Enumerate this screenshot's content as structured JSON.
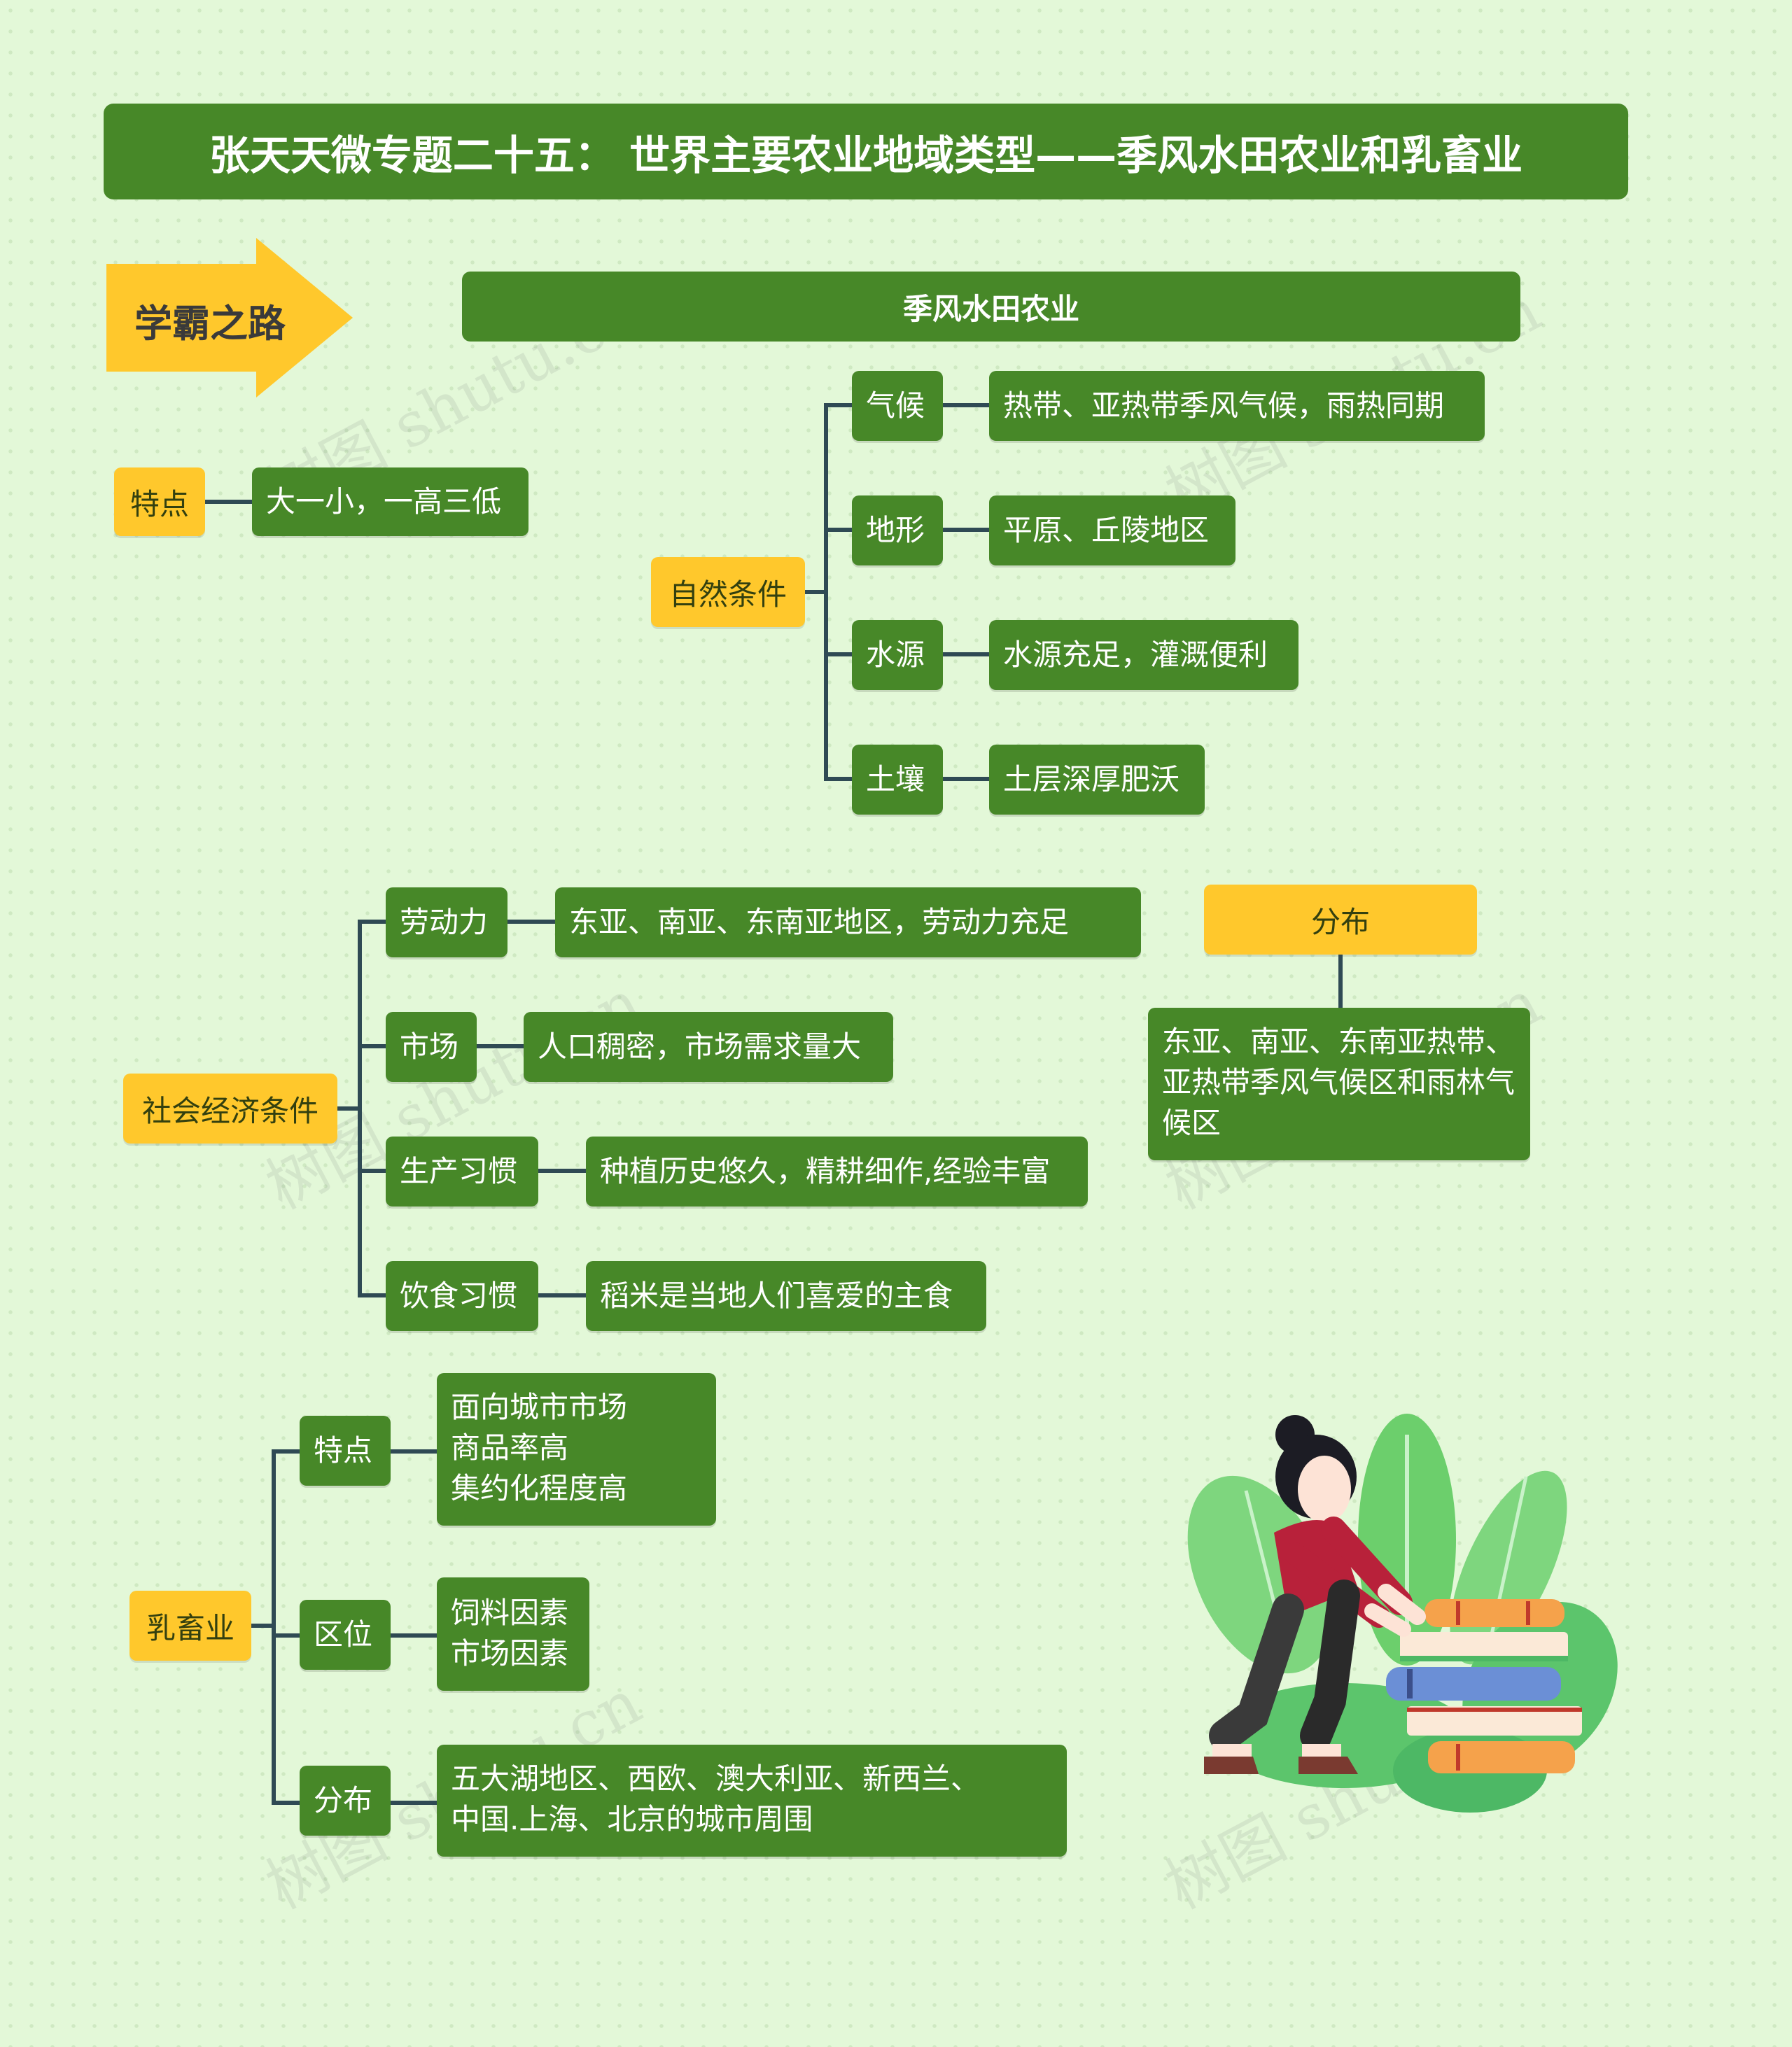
{
  "title": "张天天微专题二十五： 世界主要农业地域类型——季风水田农业和乳畜业",
  "badge": "学霸之路",
  "section_header": "季风水田农业",
  "feature": {
    "label": "特点",
    "value": "大一小，一高三低"
  },
  "natural": {
    "label": "自然条件",
    "items": [
      {
        "label": "气候",
        "value": "热带、亚热带季风气候，雨热同期"
      },
      {
        "label": "地形",
        "value": "平原、丘陵地区"
      },
      {
        "label": "水源",
        "value": "水源充足，灌溉便利"
      },
      {
        "label": "土壤",
        "value": "土层深厚肥沃"
      }
    ]
  },
  "social": {
    "label": "社会经济条件",
    "items": [
      {
        "label": "劳动力",
        "value": "东亚、南亚、东南亚地区，劳动力充足"
      },
      {
        "label": "市场",
        "value": "人口稠密，市场需求量大"
      },
      {
        "label": "生产习惯",
        "value": "种植历史悠久，精耕细作,经验丰富"
      },
      {
        "label": "饮食习惯",
        "value": "稻米是当地人们喜爱的主食"
      }
    ]
  },
  "distribution": {
    "label": "分布",
    "value": "东亚、南亚、东南亚热带、亚热带季风气候区和雨林气候区"
  },
  "dairy": {
    "label": "乳畜业",
    "items": [
      {
        "label": "特点",
        "lines": [
          "面向城市市场",
          "商品率高",
          "集约化程度高"
        ]
      },
      {
        "label": "区位",
        "lines": [
          "饲料因素",
          "市场因素"
        ]
      },
      {
        "label": "分布",
        "lines": [
          "五大湖地区、西欧、澳大利亚、新西兰、",
          "中国.上海、北京的城市周围"
        ]
      }
    ]
  },
  "watermark": "树图 shutu.cn",
  "colors": {
    "green": "#478828",
    "yellow": "#ffc82c",
    "connector": "#2f4a54",
    "background": "#e3f8d8"
  }
}
